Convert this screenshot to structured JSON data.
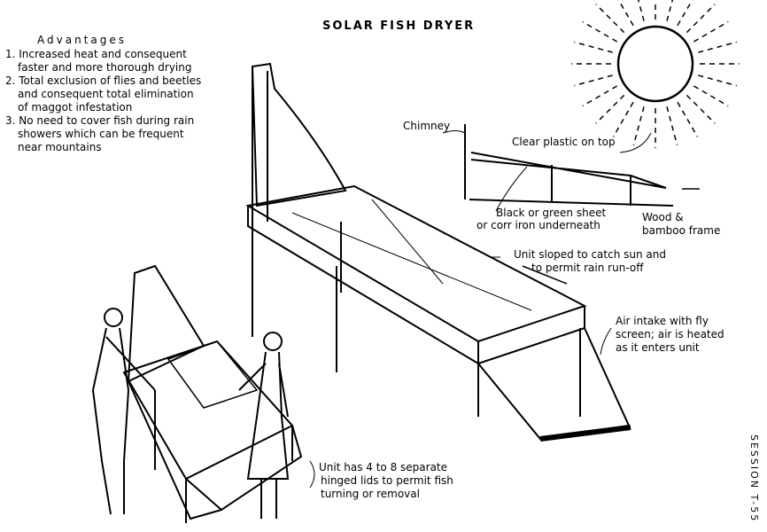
{
  "title": "SOLAR FISH DRYER",
  "advantages": {
    "heading": "Advantages",
    "items": [
      {
        "lines": [
          "1. Increased heat and consequent",
          "faster and more thorough drying"
        ]
      },
      {
        "lines": [
          "2. Total exclusion of flies and beetles",
          "and consequent total elimination",
          "of maggot infestation"
        ]
      },
      {
        "lines": [
          "3. No need to cover fish during rain",
          "showers which can be frequent",
          "near mountains"
        ]
      }
    ]
  },
  "labels": {
    "chimney": "Chimney",
    "clear_plastic": "Clear plastic on top",
    "black_sheet": [
      "Black or green sheet",
      "or corr iron underneath"
    ],
    "frame": [
      "Wood &",
      "bamboo frame"
    ],
    "sloped": [
      "Unit sloped to catch sun and",
      "to permit rain run-off"
    ],
    "air_intake": [
      "Air intake with fly",
      "screen; air is heated",
      "as it enters unit"
    ],
    "lids": [
      "Unit has 4 to 8 separate",
      "hinged lids to permit fish",
      "turning or removal"
    ]
  },
  "side_label": "SESSION T-55"
}
